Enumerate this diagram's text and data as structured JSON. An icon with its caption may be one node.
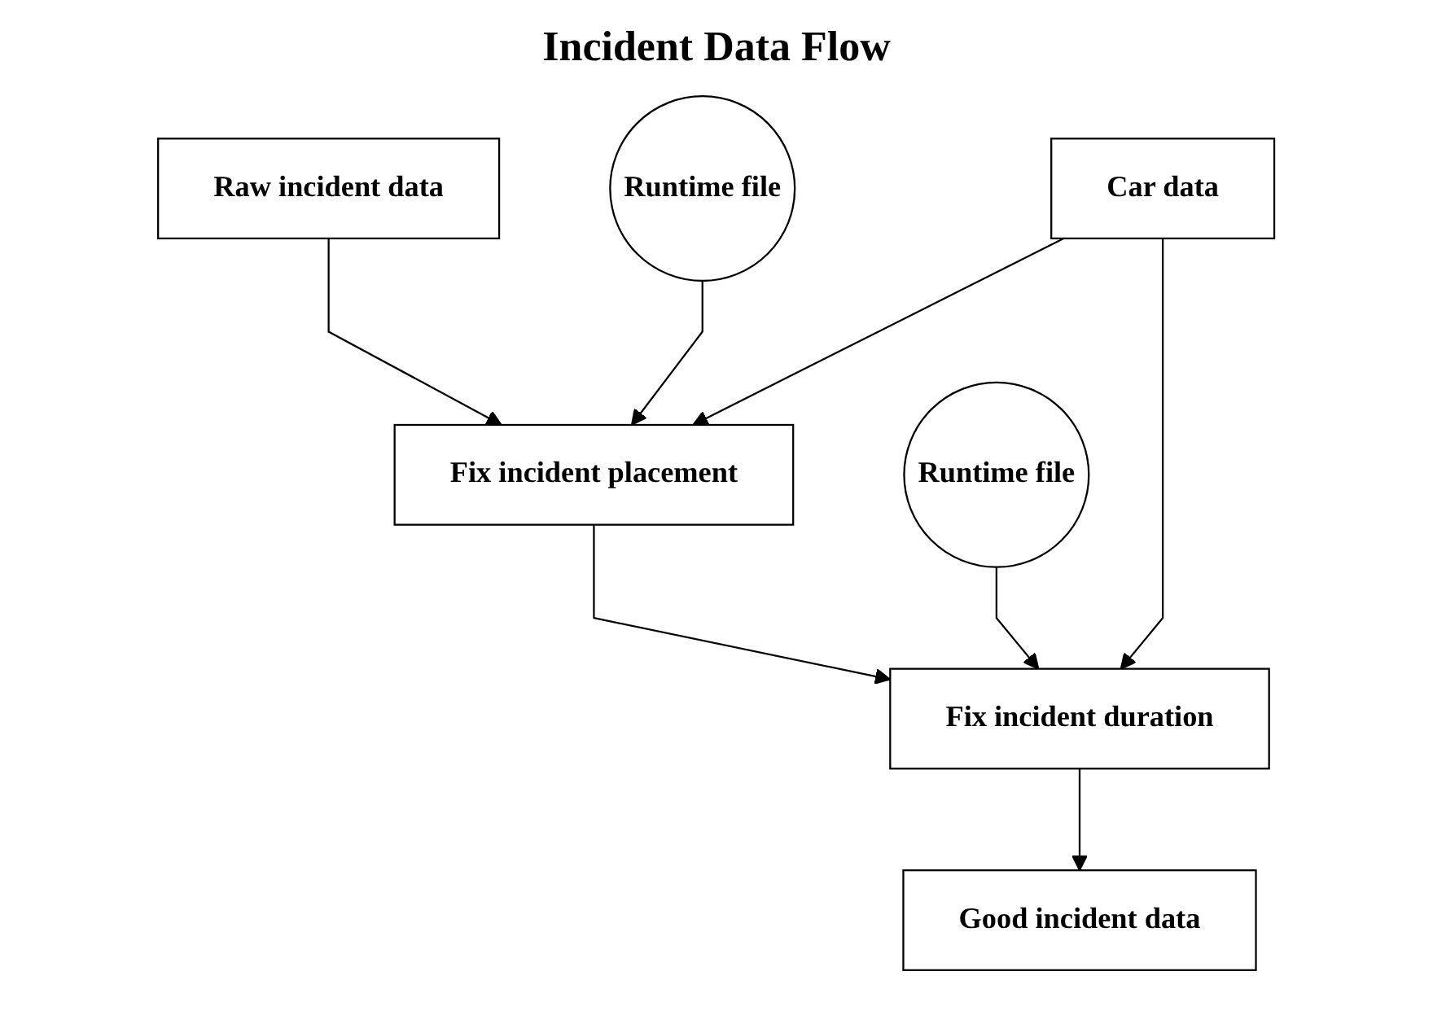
{
  "diagram": {
    "title": "Incident Data Flow",
    "nodes": [
      {
        "text": [
          "Raw incident data"
        ]
      },
      {
        "text": [
          "Car data"
        ]
      },
      {
        "text": [
          "Runtime file"
        ]
      },
      {
        "text": [
          "Fix incident placement"
        ]
      },
      {
        "text": [
          "Runtime file"
        ]
      },
      {
        "text": [
          "Fix incident duration"
        ]
      },
      {
        "text": [
          "Good incident data"
        ]
      }
    ],
    "edges": [
      {
        "from": 0,
        "to": 3,
        "arrow": "to"
      },
      {
        "from": 2,
        "to": 3,
        "arrow": "to"
      },
      {
        "from": 1,
        "to": 3,
        "arrow": "to"
      },
      {
        "from": 3,
        "to": 5,
        "arrow": "to"
      },
      {
        "from": 4,
        "to": 5,
        "arrow": "to"
      },
      {
        "from": 1,
        "to": 5,
        "arrow": "to"
      },
      {
        "from": 5,
        "to": 6,
        "arrow": "to"
      }
    ]
  }
}
